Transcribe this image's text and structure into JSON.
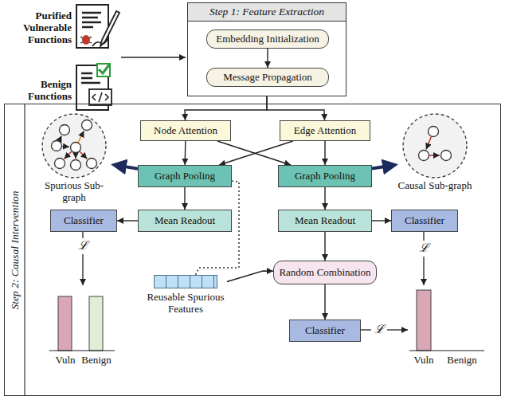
{
  "diagram": {
    "nodes": [
      {
        "text": [
          "Step 1: Feature Extraction"
        ]
      },
      {
        "text": [
          "Embedding Initialization"
        ],
        "in": 0
      },
      {
        "text": [
          "Message Propagation"
        ],
        "in": 0
      },
      {
        "text": [
          "Step 2: Causal Intervention"
        ]
      },
      {
        "text": [
          "Node Attention"
        ],
        "in": 3
      },
      {
        "text": [
          "Edge Attention"
        ],
        "in": 3
      },
      {
        "text": [
          "Graph Pooling"
        ],
        "in": 3
      },
      {
        "text": [
          "Graph Pooling"
        ],
        "in": 3
      },
      {
        "text": [
          "Mean Readout"
        ],
        "in": 3
      },
      {
        "text": [
          "Mean Readout"
        ],
        "in": 3
      },
      {
        "text": [
          "Classifier"
        ],
        "in": 3
      },
      {
        "text": [
          "Classifier"
        ],
        "in": 3
      },
      {
        "text": [
          "Random Combination"
        ],
        "in": 3
      },
      {
        "text": [
          "Classifier"
        ],
        "in": 3
      },
      {
        "text": [
          "Reusable Spurious Features"
        ],
        "in": 3
      },
      {
        "text": [
          "Spurious Sub-graph"
        ],
        "in": 3
      },
      {
        "text": [
          "Causal Sub-graph"
        ],
        "in": 3
      }
    ],
    "edges": [
      {
        "from": 1,
        "to": 2,
        "arrow": "to"
      },
      {
        "from": 0,
        "to": 4,
        "arrow": "to"
      },
      {
        "from": 0,
        "to": 5,
        "arrow": "to"
      },
      {
        "from": 4,
        "to": 6,
        "arrow": "to"
      },
      {
        "from": 4,
        "to": 7,
        "arrow": "to"
      },
      {
        "from": 5,
        "to": 6,
        "arrow": "to"
      },
      {
        "from": 5,
        "to": 7,
        "arrow": "to"
      },
      {
        "from": 6,
        "to": 8,
        "arrow": "to"
      },
      {
        "from": 7,
        "to": 9,
        "arrow": "to"
      },
      {
        "from": 8,
        "to": 10,
        "arrow": "to"
      },
      {
        "from": 9,
        "to": 11,
        "arrow": "to"
      },
      {
        "from": 9,
        "to": 12,
        "arrow": "to"
      },
      {
        "from": 6,
        "to": 14,
        "arrow": "none"
      },
      {
        "from": 14,
        "to": 12,
        "arrow": "to"
      },
      {
        "from": 12,
        "to": 13,
        "arrow": "to"
      },
      {
        "from": 6,
        "to": 15,
        "arrow": "to"
      },
      {
        "from": 7,
        "to": 16,
        "arrow": "to"
      }
    ],
    "labels": [
      "Purified Vulnerable Functions",
      "Benign Functions",
      "ℒ",
      "ℒ",
      "ℒ",
      "Vuln",
      "Benign",
      "Vuln",
      "Benign"
    ]
  }
}
